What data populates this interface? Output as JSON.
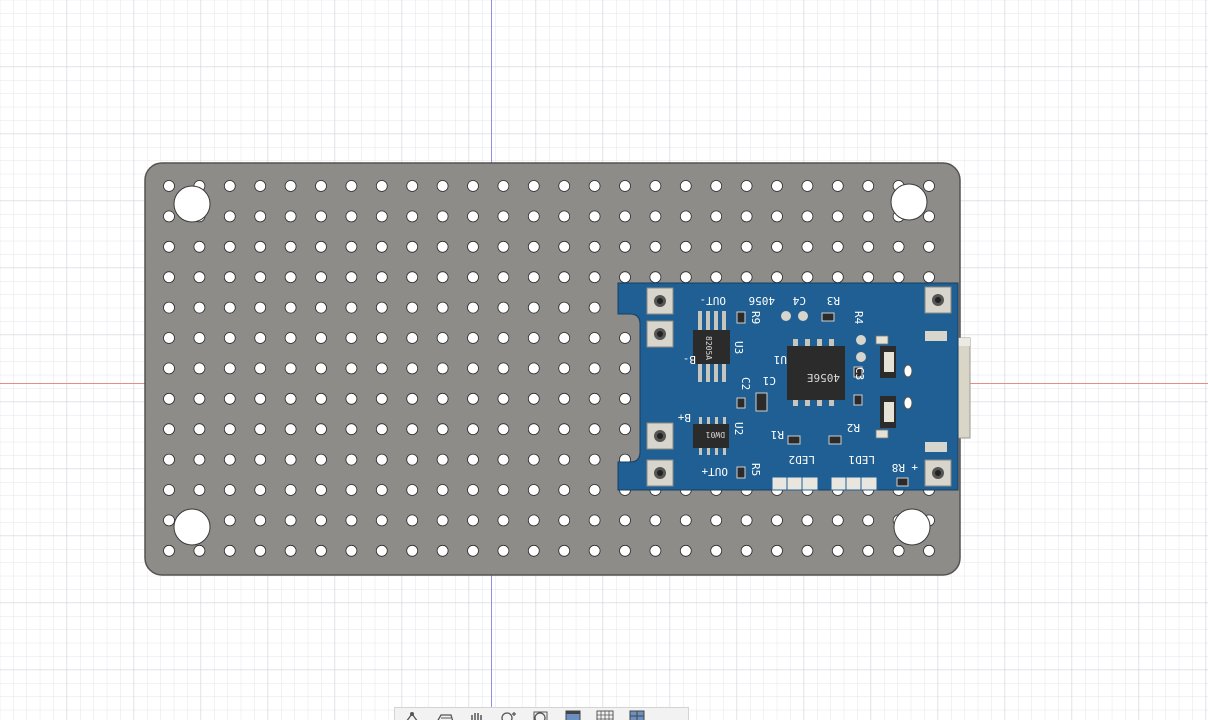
{
  "colors": {
    "background": "#ffffff",
    "grid_minor": "#e4e6ea",
    "grid_major": "#cdd0d6",
    "axis_x": "#e88b8b",
    "axis_y": "#8f8fe8",
    "board": "#8e8c88",
    "board_edge": "#55534f",
    "pcb": "#1f5f93",
    "pad": "#d8d6cc",
    "chip": "#2b2b2b",
    "usb": "#d9d6c8"
  },
  "board": {
    "name": "perfboard",
    "cols": 26,
    "rows": 13,
    "mounting_holes": 4
  },
  "module": {
    "silkscreen": {
      "out_minus": "OUT-",
      "out_plus": "OUT+",
      "b_minus": "B-",
      "b_plus": "B+",
      "r5": "R5",
      "r9": "R9",
      "ic_4056_label": "4056",
      "c4": "C4",
      "r3": "R3",
      "r4": "R4",
      "u3": "U3",
      "u1": "U1",
      "c1": "C1",
      "c2": "C2",
      "c3": "C3",
      "u2": "U2",
      "r1": "R1",
      "r2": "R2",
      "led1": "LED1",
      "led2": "LED2",
      "r8": "R8",
      "plus": "+"
    },
    "chip_marks": {
      "u1": "4056E",
      "u3": "8205A",
      "u2": "DW01"
    }
  },
  "toolbar": {
    "buttons": [
      {
        "name": "orbit-icon"
      },
      {
        "name": "look-at-icon"
      },
      {
        "name": "pan-icon"
      },
      {
        "name": "zoom-icon"
      },
      {
        "name": "fit-icon"
      },
      {
        "name": "display-settings-icon"
      },
      {
        "name": "grid-settings-icon"
      },
      {
        "name": "viewports-icon"
      }
    ]
  }
}
